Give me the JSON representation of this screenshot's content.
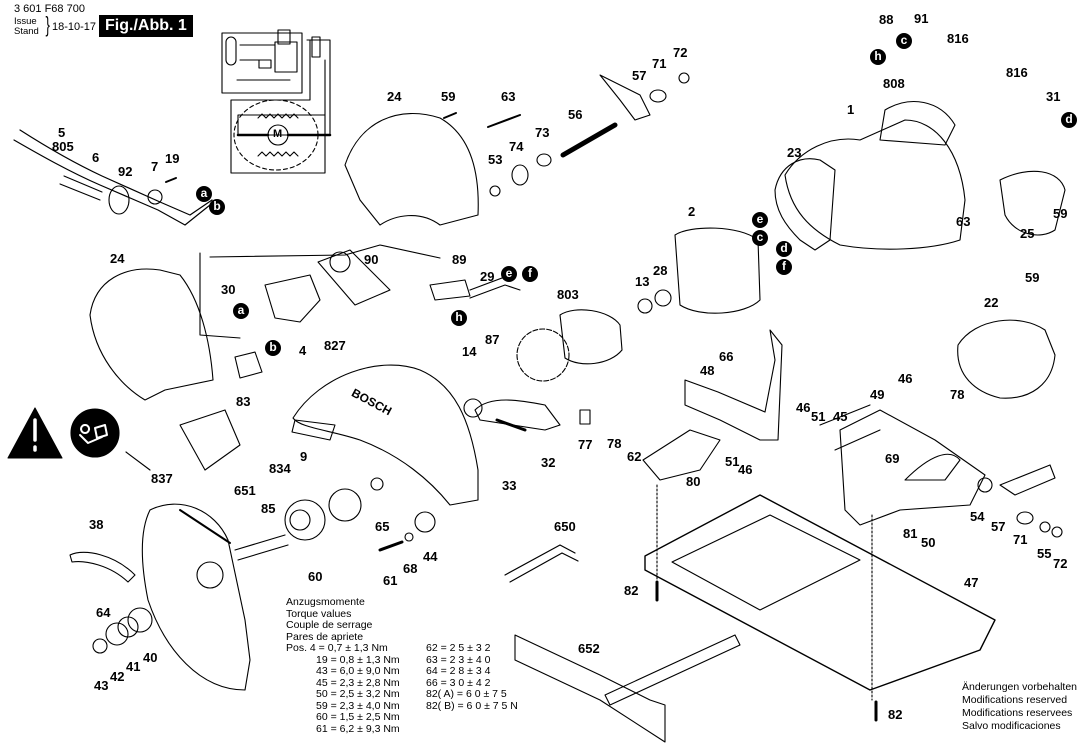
{
  "header": {
    "document_number": "3 601 F68 700",
    "issue_label_en": "Issue",
    "issue_label_de": "Stand",
    "issue_date": "18-10-17",
    "figure_label": "Fig./Abb. 1"
  },
  "diagram": {
    "title": "Exploded parts diagram – circular saw",
    "brand_text": "BOSCH",
    "wiring_motor_symbol": "M",
    "warning_icons": [
      "warning-triangle-icon",
      "read-manual-icon"
    ],
    "part_labels": [
      {
        "id": "p-5",
        "text": "5"
      },
      {
        "id": "p-805",
        "text": "805"
      },
      {
        "id": "p-6",
        "text": "6"
      },
      {
        "id": "p-92",
        "text": "92"
      },
      {
        "id": "p-7",
        "text": "7"
      },
      {
        "id": "p-19",
        "text": "19"
      },
      {
        "id": "p-24a",
        "text": "24"
      },
      {
        "id": "p-59a",
        "text": "59"
      },
      {
        "id": "p-63a",
        "text": "63"
      },
      {
        "id": "p-53",
        "text": "53"
      },
      {
        "id": "p-74",
        "text": "74"
      },
      {
        "id": "p-73",
        "text": "73"
      },
      {
        "id": "p-56",
        "text": "56"
      },
      {
        "id": "p-57a",
        "text": "57"
      },
      {
        "id": "p-71a",
        "text": "71"
      },
      {
        "id": "p-72a",
        "text": "72"
      },
      {
        "id": "p-88",
        "text": "88"
      },
      {
        "id": "p-91",
        "text": "91"
      },
      {
        "id": "p-816a",
        "text": "816"
      },
      {
        "id": "p-816b",
        "text": "816"
      },
      {
        "id": "p-808",
        "text": "808"
      },
      {
        "id": "p-31",
        "text": "31"
      },
      {
        "id": "p-1",
        "text": "1"
      },
      {
        "id": "p-23",
        "text": "23"
      },
      {
        "id": "p-63b",
        "text": "63"
      },
      {
        "id": "p-59b",
        "text": "59"
      },
      {
        "id": "p-25",
        "text": "25"
      },
      {
        "id": "p-2",
        "text": "2"
      },
      {
        "id": "p-24b",
        "text": "24"
      },
      {
        "id": "p-30",
        "text": "30"
      },
      {
        "id": "p-90",
        "text": "90"
      },
      {
        "id": "p-89",
        "text": "89"
      },
      {
        "id": "p-29",
        "text": "29"
      },
      {
        "id": "p-87",
        "text": "87"
      },
      {
        "id": "p-4",
        "text": "4"
      },
      {
        "id": "p-83",
        "text": "83"
      },
      {
        "id": "p-827",
        "text": "827"
      },
      {
        "id": "p-14",
        "text": "14"
      },
      {
        "id": "p-803",
        "text": "803"
      },
      {
        "id": "p-13",
        "text": "13"
      },
      {
        "id": "p-28",
        "text": "28"
      },
      {
        "id": "p-66",
        "text": "66"
      },
      {
        "id": "p-59c",
        "text": "59"
      },
      {
        "id": "p-22",
        "text": "22"
      },
      {
        "id": "p-48",
        "text": "48"
      },
      {
        "id": "p-49",
        "text": "49"
      },
      {
        "id": "p-46a",
        "text": "46"
      },
      {
        "id": "p-46b",
        "text": "46"
      },
      {
        "id": "p-51a",
        "text": "51"
      },
      {
        "id": "p-45",
        "text": "45"
      },
      {
        "id": "p-78a",
        "text": "78"
      },
      {
        "id": "p-78b",
        "text": "78"
      },
      {
        "id": "p-62",
        "text": "62"
      },
      {
        "id": "p-51b",
        "text": "51"
      },
      {
        "id": "p-46c",
        "text": "46"
      },
      {
        "id": "p-80",
        "text": "80"
      },
      {
        "id": "p-77",
        "text": "77"
      },
      {
        "id": "p-32",
        "text": "32"
      },
      {
        "id": "p-33",
        "text": "33"
      },
      {
        "id": "p-69",
        "text": "69"
      },
      {
        "id": "p-54",
        "text": "54"
      },
      {
        "id": "p-57b",
        "text": "57"
      },
      {
        "id": "p-71b",
        "text": "71"
      },
      {
        "id": "p-55",
        "text": "55"
      },
      {
        "id": "p-72b",
        "text": "72"
      },
      {
        "id": "p-81",
        "text": "81"
      },
      {
        "id": "p-50",
        "text": "50"
      },
      {
        "id": "p-47",
        "text": "47"
      },
      {
        "id": "p-9",
        "text": "9"
      },
      {
        "id": "p-651",
        "text": "651"
      },
      {
        "id": "p-834",
        "text": "834"
      },
      {
        "id": "p-85",
        "text": "85"
      },
      {
        "id": "p-65",
        "text": "65"
      },
      {
        "id": "p-44",
        "text": "44"
      },
      {
        "id": "p-68",
        "text": "68"
      },
      {
        "id": "p-61",
        "text": "61"
      },
      {
        "id": "p-60",
        "text": "60"
      },
      {
        "id": "p-837",
        "text": "837"
      },
      {
        "id": "p-38",
        "text": "38"
      },
      {
        "id": "p-64",
        "text": "64"
      },
      {
        "id": "p-40",
        "text": "40"
      },
      {
        "id": "p-41",
        "text": "41"
      },
      {
        "id": "p-42",
        "text": "42"
      },
      {
        "id": "p-43",
        "text": "43"
      },
      {
        "id": "p-650",
        "text": "650"
      },
      {
        "id": "p-82a",
        "text": "82"
      },
      {
        "id": "p-652",
        "text": "652"
      },
      {
        "id": "p-82b",
        "text": "82"
      }
    ],
    "connection_refs": [
      {
        "id": "r-a1",
        "text": "a"
      },
      {
        "id": "r-b1",
        "text": "b"
      },
      {
        "id": "r-c1",
        "text": "c"
      },
      {
        "id": "r-h1",
        "text": "h"
      },
      {
        "id": "r-d1",
        "text": "d"
      },
      {
        "id": "r-e1",
        "text": "e"
      },
      {
        "id": "r-c2",
        "text": "c"
      },
      {
        "id": "r-d2",
        "text": "d"
      },
      {
        "id": "r-f1",
        "text": "f"
      },
      {
        "id": "r-e2",
        "text": "e"
      },
      {
        "id": "r-f2",
        "text": "f"
      },
      {
        "id": "r-h2",
        "text": "h"
      },
      {
        "id": "r-a2",
        "text": "a"
      },
      {
        "id": "r-b2",
        "text": "b"
      }
    ]
  },
  "torque": {
    "heading_de": "Anzugsmomente",
    "heading_en": "Torque values",
    "heading_fr": "Couple de serrage",
    "heading_es": "Pares de apriete",
    "col1": [
      "Pos.  4 = 0,7 ± 1,3 Nm",
      "19 = 0,8 ± 1,3 Nm",
      "43 = 6,0 ± 9,0 Nm",
      "45 = 2,3 ± 2,8 Nm",
      "50 = 2,5 ± 3,2 Nm",
      "59 = 2,3 ± 4,0 Nm",
      "60 = 1,5 ± 2,5 Nm",
      "61 = 6,2 ± 9,3 Nm"
    ],
    "col2": [
      "62 = 2 5 ± 3 2",
      "63 = 2 3 ± 4 0",
      "64 = 2 8 ± 3 4",
      "66 = 3 0 ± 4 2",
      "82( A) = 6 0 ± 7 5",
      "82( B) = 6 0 ± 7 5  N"
    ]
  },
  "notes": {
    "de": "Änderungen vorbehalten",
    "en": "Modifications reserved",
    "fr": "Modifications reservees",
    "es": "Salvo modificaciones"
  }
}
